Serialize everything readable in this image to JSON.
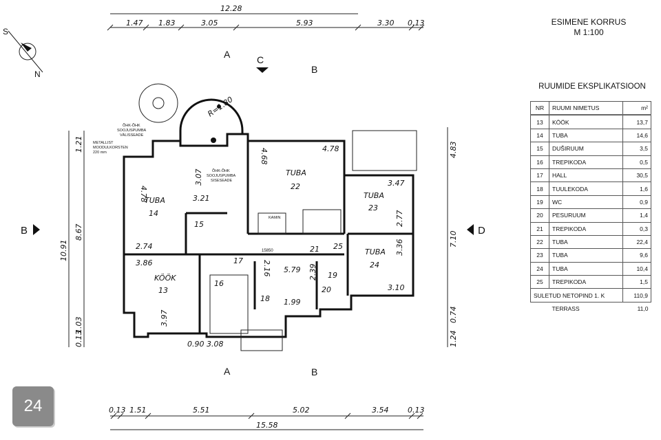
{
  "header": {
    "title": "ESIMENE KORRUS",
    "scale": "M 1:100"
  },
  "table": {
    "title": "RUUMIDE EKSPLIKATSIOON",
    "columns": [
      "NR",
      "RUUMI NIMETUS",
      "m²"
    ],
    "rows": [
      {
        "nr": "13",
        "name": "KÖÖK",
        "area": "13,7"
      },
      {
        "nr": "14",
        "name": "TUBA",
        "area": "14,6"
      },
      {
        "nr": "15",
        "name": "DUŠIRUUM",
        "area": "3,5"
      },
      {
        "nr": "16",
        "name": "TREPIKODA",
        "area": "0,5"
      },
      {
        "nr": "17",
        "name": "HALL",
        "area": "30,5"
      },
      {
        "nr": "18",
        "name": "TUULEKODA",
        "area": "1,6"
      },
      {
        "nr": "19",
        "name": "WC",
        "area": "0,9"
      },
      {
        "nr": "20",
        "name": "PESURUUM",
        "area": "1,4"
      },
      {
        "nr": "21",
        "name": "TREPIKODA",
        "area": "0,3"
      },
      {
        "nr": "22",
        "name": "TUBA",
        "area": "22,4"
      },
      {
        "nr": "23",
        "name": "TUBA",
        "area": "9,6"
      },
      {
        "nr": "24",
        "name": "TUBA",
        "area": "10,4"
      },
      {
        "nr": "25",
        "name": "TREPIKODA",
        "area": "1,5"
      }
    ],
    "total": {
      "label": "SULETUD NETOPIND 1. K",
      "area": "110,9"
    },
    "terrace": {
      "label": "TERRASS",
      "area": "11,0"
    }
  },
  "page_number": "24",
  "compass": {
    "s": "S",
    "n": "N"
  },
  "dimensions": {
    "top_total": "12.28",
    "top": [
      "1.47",
      "1.83",
      "3.05",
      "5.93",
      "3.30",
      "0.13"
    ],
    "bottom_total": "15.58",
    "bottom": [
      "0.13",
      "1.51",
      "5.51",
      "5.02",
      "3.54",
      "0.13"
    ],
    "left": [
      "10.91",
      "8.67",
      "1.21",
      "0.13",
      "1.03"
    ],
    "right": [
      "4.83",
      "7.10",
      "1.24",
      "0.74"
    ],
    "interior": [
      "4.78",
      "3.07",
      "3.21",
      "2.74",
      "3.86",
      "3.97",
      "4.68",
      "4.78",
      "3.47",
      "2.77",
      "3.36",
      "3.10",
      "2.16",
      "5.79",
      "2.39",
      "1.99",
      "0.90",
      "3.08",
      "15850",
      "R=1.80"
    ]
  },
  "sections": {
    "a": "A",
    "b": "B",
    "c": "C",
    "d": "D"
  },
  "rooms": {
    "r14": {
      "name": "TUBA",
      "nr": "14"
    },
    "r13": {
      "name": "KÖÖK",
      "nr": "13"
    },
    "r22": {
      "name": "TUBA",
      "nr": "22"
    },
    "r23": {
      "name": "TUBA",
      "nr": "23"
    },
    "r24": {
      "name": "TUBA",
      "nr": "24"
    },
    "r15": "15",
    "r16": "16",
    "r17": "17",
    "r18": "18",
    "r19": "19",
    "r20": "20",
    "r21": "21",
    "r25": "25"
  },
  "notes": {
    "outdoor_unit": [
      "ÕHK-ÕHK",
      "SOOJUSPUMBA",
      "VÄLISSEADE"
    ],
    "chimney": [
      "METALLIST",
      "MOODULKORSTEN",
      "220 mm"
    ],
    "indoor_unit": [
      "ÕHK-ÕHK",
      "SOOJUSPUMBA",
      "SISESEADE"
    ],
    "fireplace": "KAMIN"
  }
}
